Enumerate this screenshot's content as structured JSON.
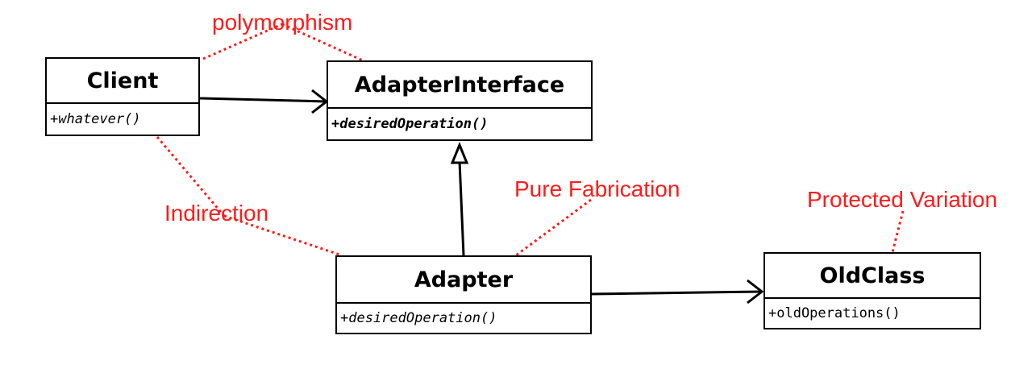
{
  "diagram": {
    "classes": {
      "client": {
        "name": "Client",
        "operation": "+whatever()"
      },
      "adapter_interface": {
        "name": "AdapterInterface",
        "operation": "+desiredOperation()"
      },
      "adapter": {
        "name": "Adapter",
        "operation": "+desiredOperation()"
      },
      "old_class": {
        "name": "OldClass",
        "operation": "+oldOperations()"
      }
    },
    "annotations": {
      "polymorphism": "polymorphism",
      "indirection": "Indirection",
      "pure_fabrication": "Pure Fabrication",
      "protected_variation": "Protected Variation"
    },
    "colors": {
      "annotation": "#ff1a1a",
      "line": "#000000"
    }
  }
}
